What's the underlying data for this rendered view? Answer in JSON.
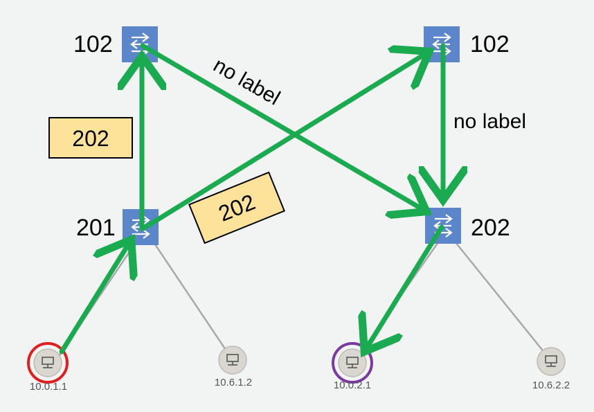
{
  "switches": [
    {
      "id": "s-top-left",
      "label": "102"
    },
    {
      "id": "s-top-right",
      "label": "102"
    },
    {
      "id": "s-mid-left",
      "label": "201"
    },
    {
      "id": "s-mid-right",
      "label": "202"
    }
  ],
  "hosts": [
    {
      "id": "h1",
      "label": "10.0.1.1",
      "highlight": "#e02020"
    },
    {
      "id": "h2",
      "label": "10.6.1.2",
      "highlight": ""
    },
    {
      "id": "h3",
      "label": "10.0.2.1",
      "highlight": "#7a3aa0"
    },
    {
      "id": "h4",
      "label": "10.6.2.2",
      "highlight": ""
    }
  ],
  "edge_labels": {
    "cross": "no label",
    "right_vertical": "no label"
  },
  "label_boxes": {
    "left": "202",
    "rotated": "202"
  },
  "colors": {
    "arrow": "#1aaa50",
    "switch_fill": "#5b86c9",
    "link": "#a8a8a8",
    "label_box_fill": "#fde29a",
    "host_fill": "#d9d7cf"
  },
  "icons": {
    "switch": "switch-icon",
    "host": "host-icon"
  }
}
